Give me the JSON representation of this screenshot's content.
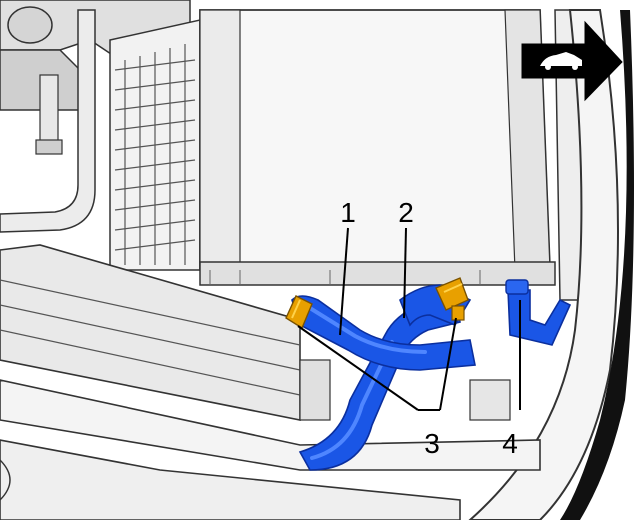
{
  "diagram": {
    "callouts": [
      {
        "id": "hose-1",
        "label": "1"
      },
      {
        "id": "hose-2",
        "label": "2"
      },
      {
        "id": "clamps",
        "label": "3"
      },
      {
        "id": "connector",
        "label": "4"
      }
    ],
    "direction_badge": {
      "icon": "car-direction-arrow-icon"
    },
    "colors": {
      "hose_blue": "#1a56e6",
      "hose_highlight": "#4f86ff",
      "hose_shadow": "#0b2f9e",
      "clamp_orange": "#e8a000",
      "outline": "#2a2a2a",
      "line_art_gray": "#d9d9d9"
    }
  }
}
